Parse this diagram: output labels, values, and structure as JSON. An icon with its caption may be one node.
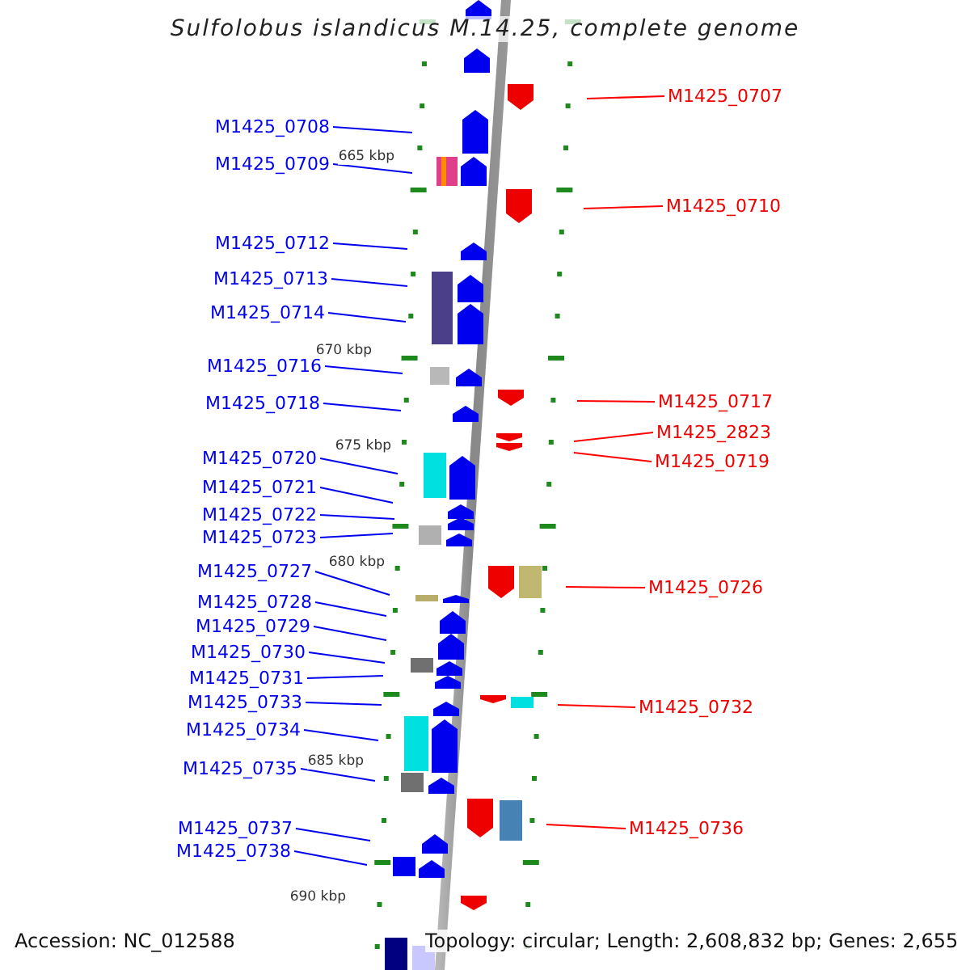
{
  "diagram": {
    "title": "Sulfolobus islandicus M.14.25, complete genome",
    "nodes": [
      {
        "text": [
          "M1425_0707"
        ]
      },
      {
        "text": [
          "M1425_0708"
        ]
      },
      {
        "text": [
          "M1425_0709"
        ]
      },
      {
        "text": [
          "M1425_0710"
        ]
      },
      {
        "text": [
          "M1425_0712"
        ]
      },
      {
        "text": [
          "M1425_0713"
        ]
      },
      {
        "text": [
          "M1425_0714"
        ]
      },
      {
        "text": [
          "M1425_0716"
        ]
      },
      {
        "text": [
          "M1425_0717"
        ]
      },
      {
        "text": [
          "M1425_0718"
        ]
      },
      {
        "text": [
          "M1425_2823"
        ]
      },
      {
        "text": [
          "M1425_0720"
        ]
      },
      {
        "text": [
          "M1425_0719"
        ]
      },
      {
        "text": [
          "M1425_0721"
        ]
      },
      {
        "text": [
          "M1425_0722"
        ]
      },
      {
        "text": [
          "M1425_0723"
        ]
      },
      {
        "text": [
          "M1425_0727"
        ]
      },
      {
        "text": [
          "M1425_0726"
        ]
      },
      {
        "text": [
          "M1425_0728"
        ]
      },
      {
        "text": [
          "M1425_0729"
        ]
      },
      {
        "text": [
          "M1425_0730"
        ]
      },
      {
        "text": [
          "M1425_0731"
        ]
      },
      {
        "text": [
          "M1425_0733"
        ]
      },
      {
        "text": [
          "M1425_0732"
        ]
      },
      {
        "text": [
          "M1425_0734"
        ]
      },
      {
        "text": [
          "M1425_0735"
        ]
      },
      {
        "text": [
          "M1425_0737"
        ]
      },
      {
        "text": [
          "M1425_0736"
        ]
      },
      {
        "text": [
          "M1425_0738"
        ]
      }
    ],
    "edges": [
      {
        "from": 0,
        "to": null,
        "arrow": "none",
        "color": "#ff0000"
      },
      {
        "from": 1,
        "to": null,
        "arrow": "none"
      },
      {
        "from": 2,
        "to": null,
        "arrow": "none"
      },
      {
        "from": 3,
        "to": null,
        "arrow": "none",
        "color": "#ff0000"
      },
      {
        "from": 4,
        "to": null,
        "arrow": "none"
      },
      {
        "from": 5,
        "to": null,
        "arrow": "none"
      },
      {
        "from": 6,
        "to": null,
        "arrow": "none"
      },
      {
        "from": 7,
        "to": null,
        "arrow": "none"
      },
      {
        "from": 8,
        "to": null,
        "arrow": "none",
        "color": "#ff0000"
      },
      {
        "from": 9,
        "to": null,
        "arrow": "none"
      },
      {
        "from": 10,
        "to": null,
        "arrow": "none",
        "color": "#ff0000"
      },
      {
        "from": 11,
        "to": null,
        "arrow": "none"
      },
      {
        "from": 12,
        "to": null,
        "arrow": "none",
        "color": "#ff0000"
      },
      {
        "from": 13,
        "to": null,
        "arrow": "none"
      },
      {
        "from": 14,
        "to": null,
        "arrow": "none"
      },
      {
        "from": 15,
        "to": null,
        "arrow": "none"
      },
      {
        "from": 16,
        "to": null,
        "arrow": "none"
      },
      {
        "from": 17,
        "to": null,
        "arrow": "none",
        "color": "#ff0000"
      },
      {
        "from": 18,
        "to": null,
        "arrow": "none"
      },
      {
        "from": 19,
        "to": null,
        "arrow": "none"
      },
      {
        "from": 20,
        "to": null,
        "arrow": "none"
      },
      {
        "from": 21,
        "to": null,
        "arrow": "none"
      },
      {
        "from": 22,
        "to": null,
        "arrow": "none"
      },
      {
        "from": 23,
        "to": null,
        "arrow": "none",
        "color": "#ff0000"
      },
      {
        "from": 24,
        "to": null,
        "arrow": "none"
      },
      {
        "from": 25,
        "to": null,
        "arrow": "none"
      },
      {
        "from": 26,
        "to": null,
        "arrow": "none"
      },
      {
        "from": 27,
        "to": null,
        "arrow": "none",
        "color": "#ff0000"
      },
      {
        "from": 28,
        "to": null,
        "arrow": "none"
      }
    ],
    "labels": [
      "665 kbp",
      "670 kbp",
      "675 kbp",
      "680 kbp",
      "685 kbp",
      "690 kbp",
      "Accession: NC_012588",
      "Topology: circular; Length: 2,608,832 bp; Genes: 2,655"
    ]
  }
}
